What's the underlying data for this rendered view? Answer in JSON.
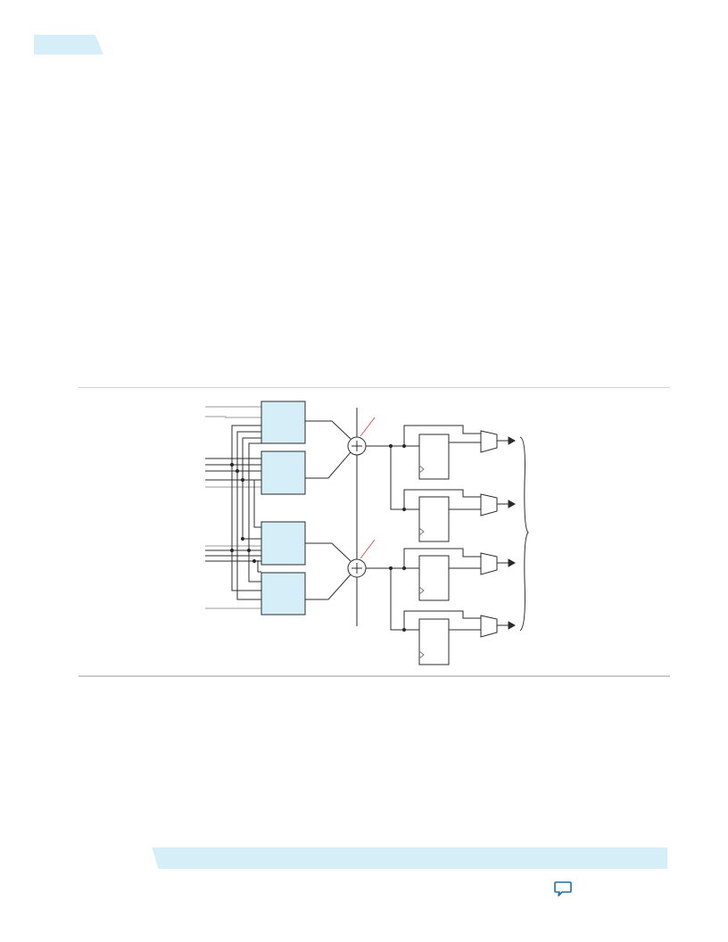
{
  "page": {
    "accent_color": "#d6eef7",
    "block_fill": "#d6eef7",
    "rule_color": "#cfd3d6",
    "annotation_color": "#d9534f",
    "icon_color": "#1f6fa8"
  },
  "header": {
    "tab_icon": "header-tab"
  },
  "diagram": {
    "multiplier_blocks": 4,
    "adders": 2,
    "registers": 4,
    "output_muxes": 4
  },
  "footer": {
    "feedback_icon": "speech-bubble-icon"
  }
}
